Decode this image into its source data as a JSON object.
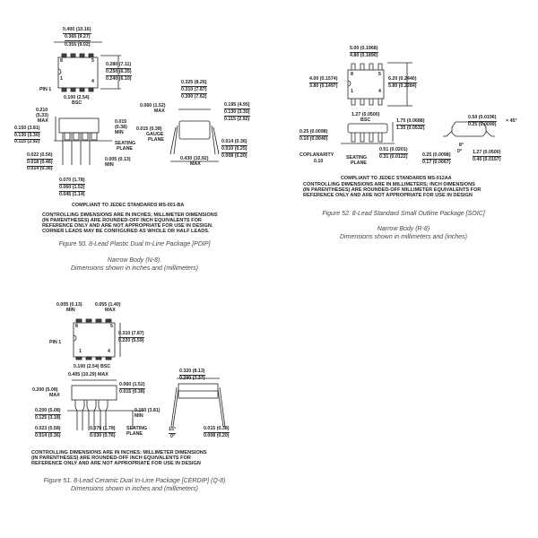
{
  "fig50": {
    "top": [
      "0.400 (10.16)",
      "0.365 (9.27)",
      "0.355 (9.02)"
    ],
    "width": [
      "0.280 (7.11)",
      "0.250 (6.35)",
      "0.240 (6.10)"
    ],
    "pin1": "PIN 1",
    "pins": [
      "8",
      "5",
      "1",
      "4"
    ],
    "pitch": [
      "0.100 (2.54)",
      "BSC"
    ],
    "height_max": [
      "0.210",
      "(5.33)",
      "MAX"
    ],
    "lead_len": [
      "0.150 (3.81)",
      "0.130 (3.30)",
      "0.115 (2.92)"
    ],
    "standoff": [
      "0.015",
      "(0.38)",
      "MIN"
    ],
    "seating": [
      "SEATING",
      "PLANE"
    ],
    "lead_w": [
      "0.022 (0.56)",
      "0.018 (0.46)",
      "0.014 (0.36)"
    ],
    "min005": [
      "0.005 (0.13)",
      "MIN"
    ],
    "shoulder": [
      "0.070 (1.78)",
      "0.060 (1.52)",
      "0.045 (1.14)"
    ],
    "end_w": [
      "0.325 (8.26)",
      "0.310 (7.87)",
      "0.300 (7.62)"
    ],
    "end_max": [
      "0.060 (1.52)",
      "MAX"
    ],
    "gauge": [
      "0.015 (0.38)",
      "GAUGE",
      "PLANE"
    ],
    "end_h": [
      "0.195 (4.95)",
      "0.130 (3.30)",
      "0.115 (2.92)"
    ],
    "thick": [
      "0.014 (0.36)",
      "0.010 (0.25)",
      "0.008 (0.20)"
    ],
    "span": [
      "0.430 (10.92)",
      "MAX"
    ],
    "compliant": "COMPLIANT TO JEDEC STANDARDS MS-001-BA",
    "notes": [
      "CONTROLLING DIMENSIONS ARE IN INCHES; MILLIMETER DIMENSIONS",
      "(IN PARENTHESES) ARE ROUNDED-OFF INCH EQUIVALENTS FOR",
      "REFERENCE ONLY AND ARE NOT APPROPRIATE FOR USE IN DESIGN.",
      "CORNER LEADS MAY BE CONFIGURED AS WHOLE OR HALF LEADS."
    ],
    "caption": "Figure 50. 8-Lead Plastic Dual In-Line Package [PDIP]",
    "sub1": "Narrow Body (N-8).",
    "sub2": "Dimensions shown in inches and (millimeters)"
  },
  "fig52": {
    "top": [
      "5.00 (0.1968)",
      "4.80 (0.1890)"
    ],
    "left": [
      "4.00 (0.1574)",
      "3.80 (0.1497)"
    ],
    "right": [
      "6.20 (0.2440)",
      "5.80 (0.2284)"
    ],
    "pins": [
      "8",
      "5",
      "1",
      "4"
    ],
    "pitch": [
      "1.27 (0.0500)",
      "BSC"
    ],
    "height": [
      "1.75 (0.0688)",
      "1.35 (0.0532)"
    ],
    "standoff": [
      "0.25 (0.0098)",
      "0.10 (0.0040)"
    ],
    "coplanarity": [
      "COPLANARITY",
      "0.10"
    ],
    "seating": [
      "SEATING",
      "PLANE"
    ],
    "lead_w": [
      "0.51 (0.0201)",
      "0.31 (0.0122)"
    ],
    "chamfer": [
      "0.50 (0.0196)",
      "0.25 (0.0099)",
      "× 45°"
    ],
    "angle": [
      "8°",
      "0°"
    ],
    "thick": [
      "0.25 (0.0098)",
      "0.17 (0.0067)"
    ],
    "foot": [
      "1.27 (0.0500)",
      "0.40 (0.0157)"
    ],
    "compliant": "COMPLIANT TO JEDEC STANDARDS MS-012AA",
    "notes": [
      "CONTROLLING DIMENSIONS ARE IN MILLIMETERS; INCH DIMENSIONS",
      "(IN PARENTHESES) ARE ROUNDED-OFF MILLIMETER EQUIVALENTS FOR",
      "REFERENCE ONLY AND ARE NOT APPROPRIATE FOR USE IN DESIGN"
    ],
    "caption": "Figure 52. 8-Lead Standard Small Outline Package [SOIC]",
    "sub1": "Narrow Body (R-8)",
    "sub2": "Dimensions shown in millimeters and (inches)"
  },
  "fig51": {
    "min": [
      "0.005 (0.13)",
      "MIN"
    ],
    "max": [
      "0.055 (1.40)",
      "MAX"
    ],
    "width": [
      "0.310 (7.87)",
      "0.220 (5.59)"
    ],
    "pin1": "PIN 1",
    "pins": [
      "8",
      "5",
      "1",
      "4"
    ],
    "pitch": "0.100 (2.54) BSC",
    "length": "0.405 (10.29) MAX",
    "height": [
      "0.200 (5.08)",
      "MAX"
    ],
    "shoulder": [
      "0.060 (1.52)",
      "0.015 (0.38)"
    ],
    "lead_len": [
      "0.200 (5.08)",
      "0.125 (3.18)"
    ],
    "seat_min": [
      "0.150 (3.81)",
      "MIN"
    ],
    "lead_w": [
      "0.023 (0.58)",
      "0.014 (0.36)"
    ],
    "lead_w2": [
      "0.070 (1.78)",
      "0.030 (0.76)"
    ],
    "seating": [
      "SEATING",
      "PLANE"
    ],
    "end_w": [
      "0.320 (8.13)",
      "0.290 (7.37)"
    ],
    "angle": [
      "15°",
      "0°"
    ],
    "thick": [
      "0.015 (0.38)",
      "0.008 (0.20)"
    ],
    "notes": [
      "CONTROLLING DIMENSIONS ARE IN INCHES; MILLIMETER DIMENSIONS",
      "(IN PARENTHESES) ARE ROUNDED-OFF INCH EQUIVALENTS FOR",
      "REFERENCE ONLY AND ARE NOT APPROPRIATE FOR USE IN DESIGN"
    ],
    "caption": "Figure 51. 8-Lead Ceramic Dual In-Line Package [CERDIP] (Q-8)",
    "sub2": "Dimensions shown in inches and (millimeters)"
  }
}
